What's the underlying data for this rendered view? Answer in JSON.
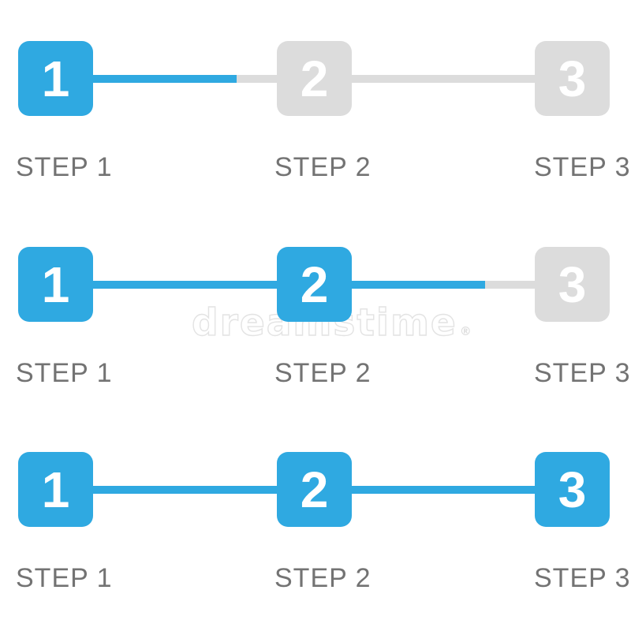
{
  "colors": {
    "active_blue": "#2FA9E1",
    "inactive_gray": "#DCDCDC",
    "label_gray": "#737373",
    "number_white": "#FFFFFF",
    "watermark_gray": "#E3E3E3",
    "background": "#FFFFFF"
  },
  "watermark": {
    "text": "dreamstime",
    "mark": "®"
  },
  "steppers": [
    {
      "steps": [
        {
          "number": "1",
          "label": "STEP 1",
          "active": true
        },
        {
          "number": "2",
          "label": "STEP 2",
          "active": false
        },
        {
          "number": "3",
          "label": "STEP 3",
          "active": false
        }
      ],
      "connectors": [
        {
          "fill_percent": 78
        },
        {
          "fill_percent": 0
        }
      ]
    },
    {
      "steps": [
        {
          "number": "1",
          "label": "STEP 1",
          "active": true
        },
        {
          "number": "2",
          "label": "STEP 2",
          "active": true
        },
        {
          "number": "3",
          "label": "STEP 3",
          "active": false
        }
      ],
      "connectors": [
        {
          "fill_percent": 100
        },
        {
          "fill_percent": 73
        }
      ]
    },
    {
      "steps": [
        {
          "number": "1",
          "label": "STEP 1",
          "active": true
        },
        {
          "number": "2",
          "label": "STEP 2",
          "active": true
        },
        {
          "number": "3",
          "label": "STEP 3",
          "active": true
        }
      ],
      "connectors": [
        {
          "fill_percent": 100
        },
        {
          "fill_percent": 100
        }
      ]
    }
  ]
}
